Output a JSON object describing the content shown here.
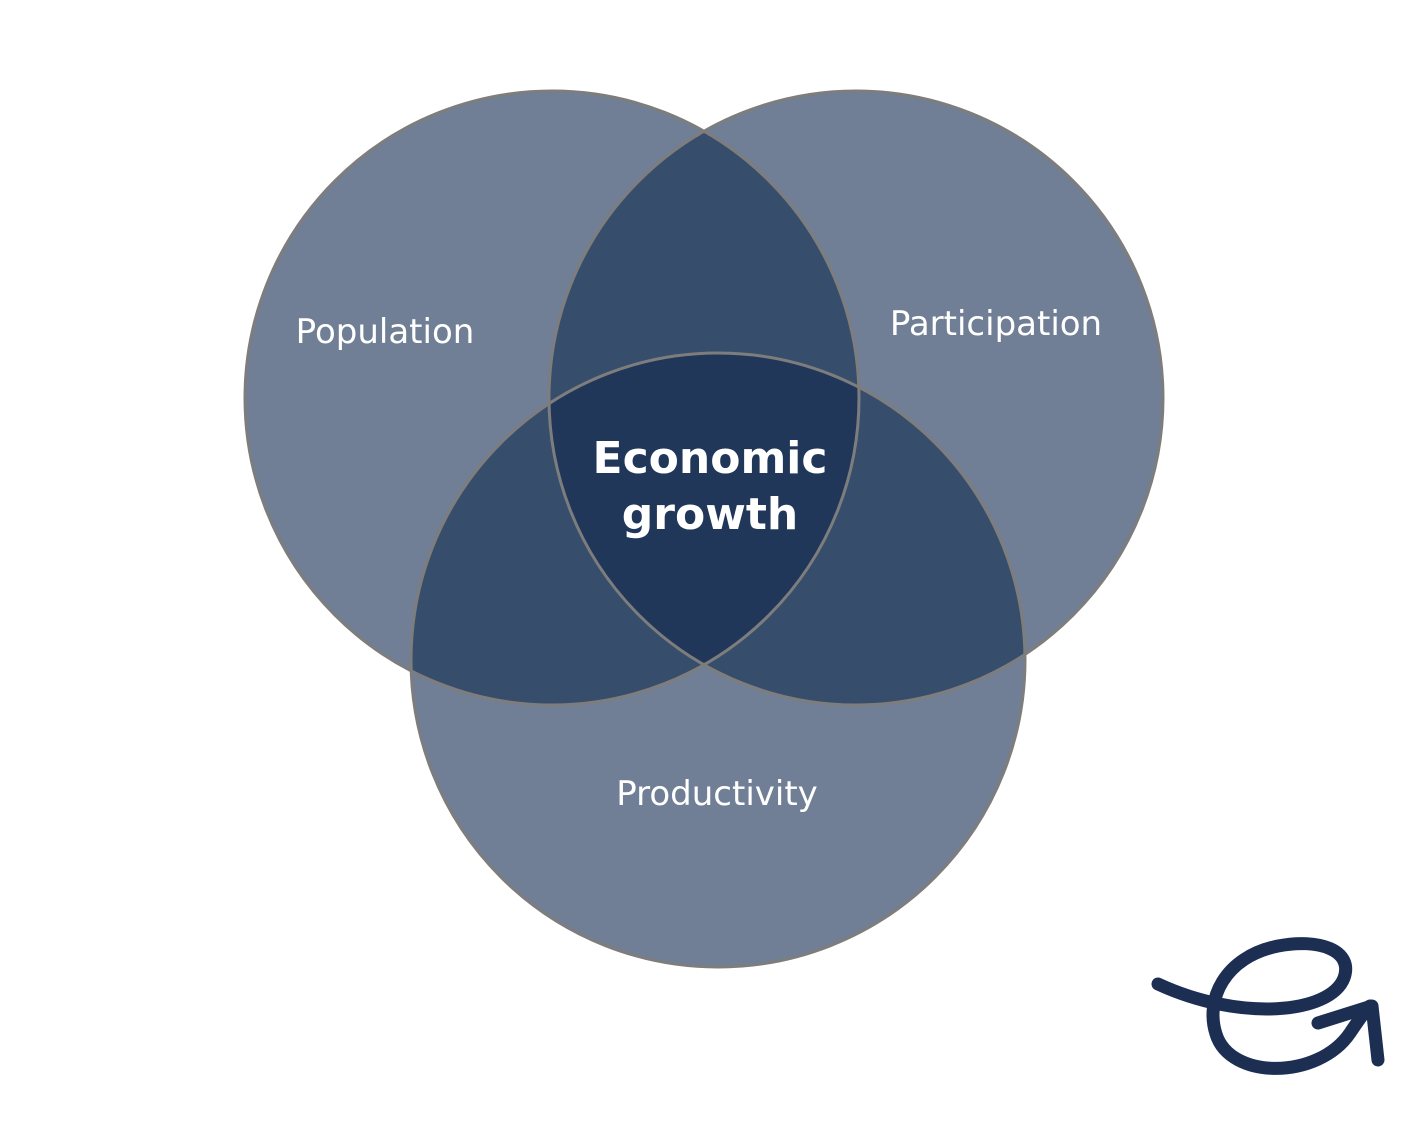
{
  "diagram": {
    "type": "venn-3",
    "sets": [
      {
        "id": "population",
        "label": "Population"
      },
      {
        "id": "participation",
        "label": "Participation"
      },
      {
        "id": "productivity",
        "label": "Productivity"
      }
    ],
    "intersection_label_lines": [
      "Economic",
      "growth"
    ]
  },
  "colors": {
    "background": "#ffffff",
    "circle_fill": "#707f95",
    "overlap_two": "#364d6c",
    "overlap_three": "#20375a",
    "circle_stroke": "#7d7d7d",
    "label_text": "#ffffff",
    "logo": "#1c2f52"
  },
  "logo": {
    "icon": "e-arrow-logo-icon"
  }
}
